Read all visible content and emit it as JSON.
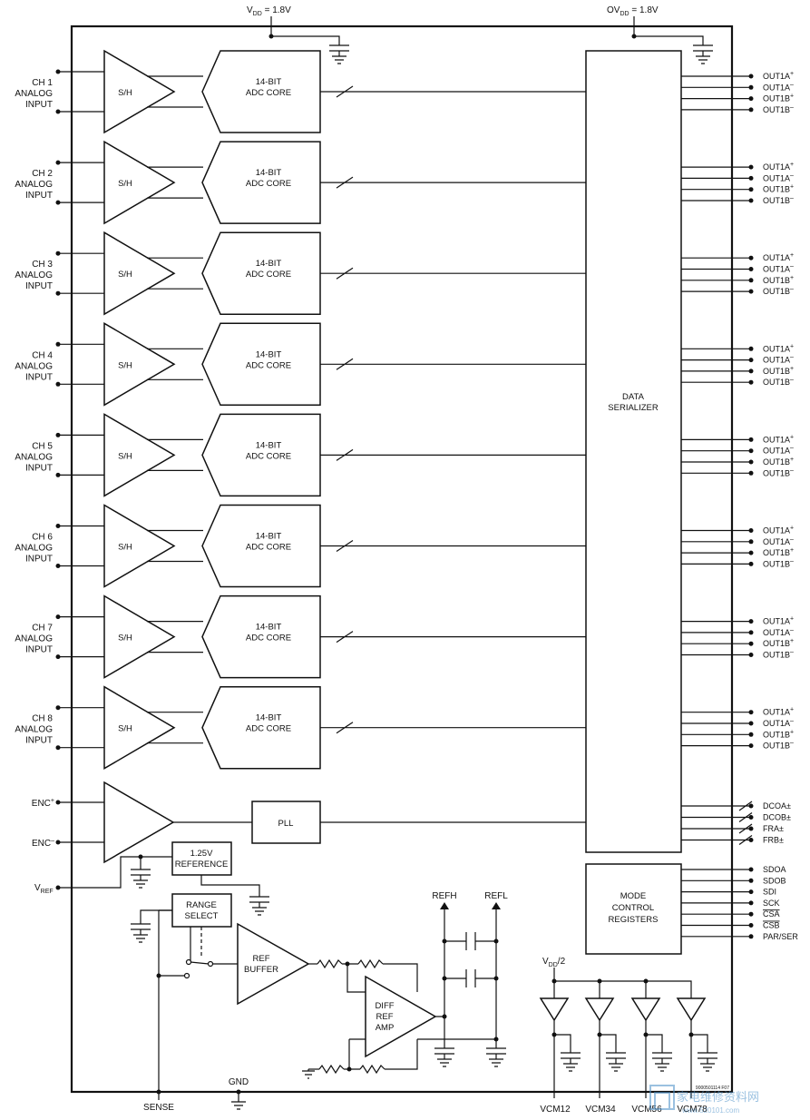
{
  "supply": {
    "vdd": {
      "main": "V",
      "sub": "DD",
      "tail": " = 1.8V"
    },
    "ovdd": {
      "main": "OV",
      "sub": "DD",
      "tail": " = 1.8V"
    }
  },
  "channels": [
    {
      "lines": [
        "CH 1",
        "ANALOG",
        "INPUT"
      ]
    },
    {
      "lines": [
        "CH 2",
        "ANALOG",
        "INPUT"
      ]
    },
    {
      "lines": [
        "CH 3",
        "ANALOG",
        "INPUT"
      ]
    },
    {
      "lines": [
        "CH 4",
        "ANALOG",
        "INPUT"
      ]
    },
    {
      "lines": [
        "CH 5",
        "ANALOG",
        "INPUT"
      ]
    },
    {
      "lines": [
        "CH 6",
        "ANALOG",
        "INPUT"
      ]
    },
    {
      "lines": [
        "CH 7",
        "ANALOG",
        "INPUT"
      ]
    },
    {
      "lines": [
        "CH 8",
        "ANALOG",
        "INPUT"
      ]
    }
  ],
  "sh_label": "S/H",
  "adc_lines": [
    "14-BIT",
    "ADC CORE"
  ],
  "serializer_lines": [
    "DATA",
    "SERIALIZER"
  ],
  "outputs": [
    {
      "base": "OUT1A",
      "sup": "+"
    },
    {
      "base": "OUT1A",
      "sup": "–"
    },
    {
      "base": "OUT1B",
      "sup": "+"
    },
    {
      "base": "OUT1B",
      "sup": "–"
    }
  ],
  "enc": {
    "pos": {
      "base": "ENC",
      "sup": "+"
    },
    "neg": {
      "base": "ENC",
      "sup": "–"
    }
  },
  "pll_label": "PLL",
  "clock_outputs": [
    "DCOA±",
    "DCOB±",
    "FRA±",
    "FRB±"
  ],
  "mode_control_lines": [
    "MODE",
    "CONTROL",
    "REGISTERS"
  ],
  "control_pins": [
    {
      "text": "SDOA",
      "overline": false
    },
    {
      "text": "SDOB",
      "overline": false
    },
    {
      "text": "SDI",
      "overline": false
    },
    {
      "text": "SCK",
      "overline": false
    },
    {
      "text": "CSA",
      "overline": true
    },
    {
      "text": "CSB",
      "overline": true
    },
    {
      "text": "PAR/SER",
      "overline": false
    }
  ],
  "vref": {
    "main": "V",
    "sub": "REF"
  },
  "reference_lines": [
    "1.25V",
    "REFERENCE"
  ],
  "range_select_lines": [
    "RANGE",
    "SELECT"
  ],
  "ref_buffer_lines": [
    "REF",
    "BUFFER"
  ],
  "diff_ref_amp_lines": [
    "DIFF",
    "REF",
    "AMP"
  ],
  "refh_label": "REFH",
  "refl_label": "REFL",
  "vdd_half": {
    "main": "V",
    "sub": "DD",
    "tail": "/2"
  },
  "vcm_labels": [
    "VCM12",
    "VCM34",
    "VCM56",
    "VCM78"
  ],
  "sense_label": "SENSE",
  "gnd_label": "GND",
  "figure_code": "9000501114 F07",
  "watermark": {
    "cn": "家电维修资料网",
    "url": "www.520101.com"
  }
}
